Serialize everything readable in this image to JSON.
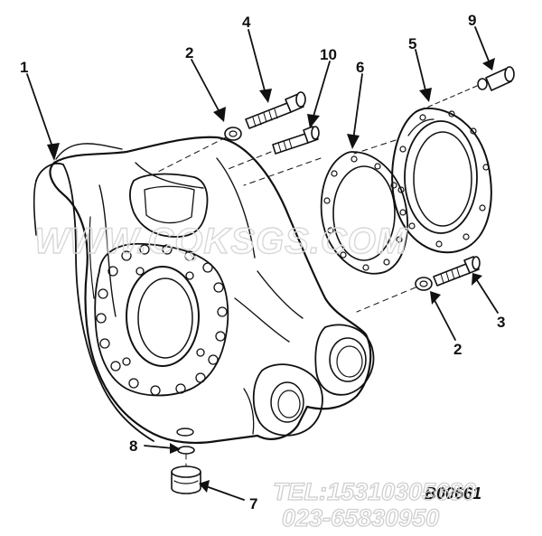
{
  "diagram": {
    "callouts": [
      {
        "id": "1",
        "label": "1"
      },
      {
        "id": "2a",
        "label": "2"
      },
      {
        "id": "4",
        "label": "4"
      },
      {
        "id": "10",
        "label": "10"
      },
      {
        "id": "6",
        "label": "6"
      },
      {
        "id": "5",
        "label": "5"
      },
      {
        "id": "9",
        "label": "9"
      },
      {
        "id": "3",
        "label": "3"
      },
      {
        "id": "2b",
        "label": "2"
      },
      {
        "id": "8",
        "label": "8"
      },
      {
        "id": "7",
        "label": "7"
      }
    ],
    "stamp": "B00661"
  },
  "watermark": {
    "site": "WWW.CQKSGS.COM",
    "phone": "TEL:15310305680",
    "phone2": "023-65830950"
  },
  "colors": {
    "ink": "#111111",
    "watermark": "#d8d8d8"
  }
}
